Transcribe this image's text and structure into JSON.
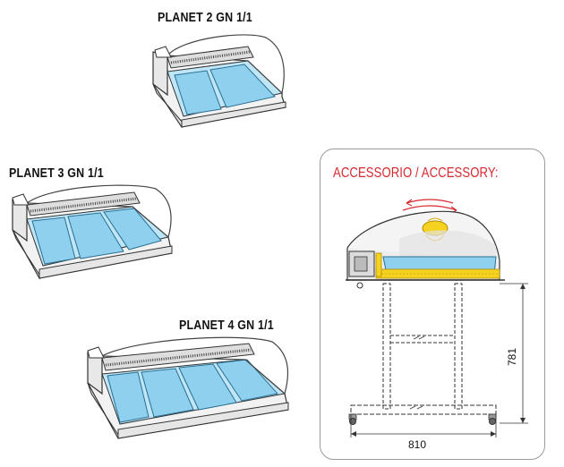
{
  "products": [
    {
      "title": "PLANET 2 GN 1/1",
      "pans": 2
    },
    {
      "title": "PLANET 3 GN 1/1",
      "pans": 3
    },
    {
      "title": "PLANET 4 GN 1/1",
      "pans": 4
    }
  ],
  "accessory": {
    "title": "ACCESSORIO / ACCESSORY:",
    "width_dim": "810",
    "height_dim": "781"
  },
  "colors": {
    "accent": "#d8282e",
    "pan_blue": "#8fd0ee",
    "heater_yellow": "#f5d21f"
  }
}
